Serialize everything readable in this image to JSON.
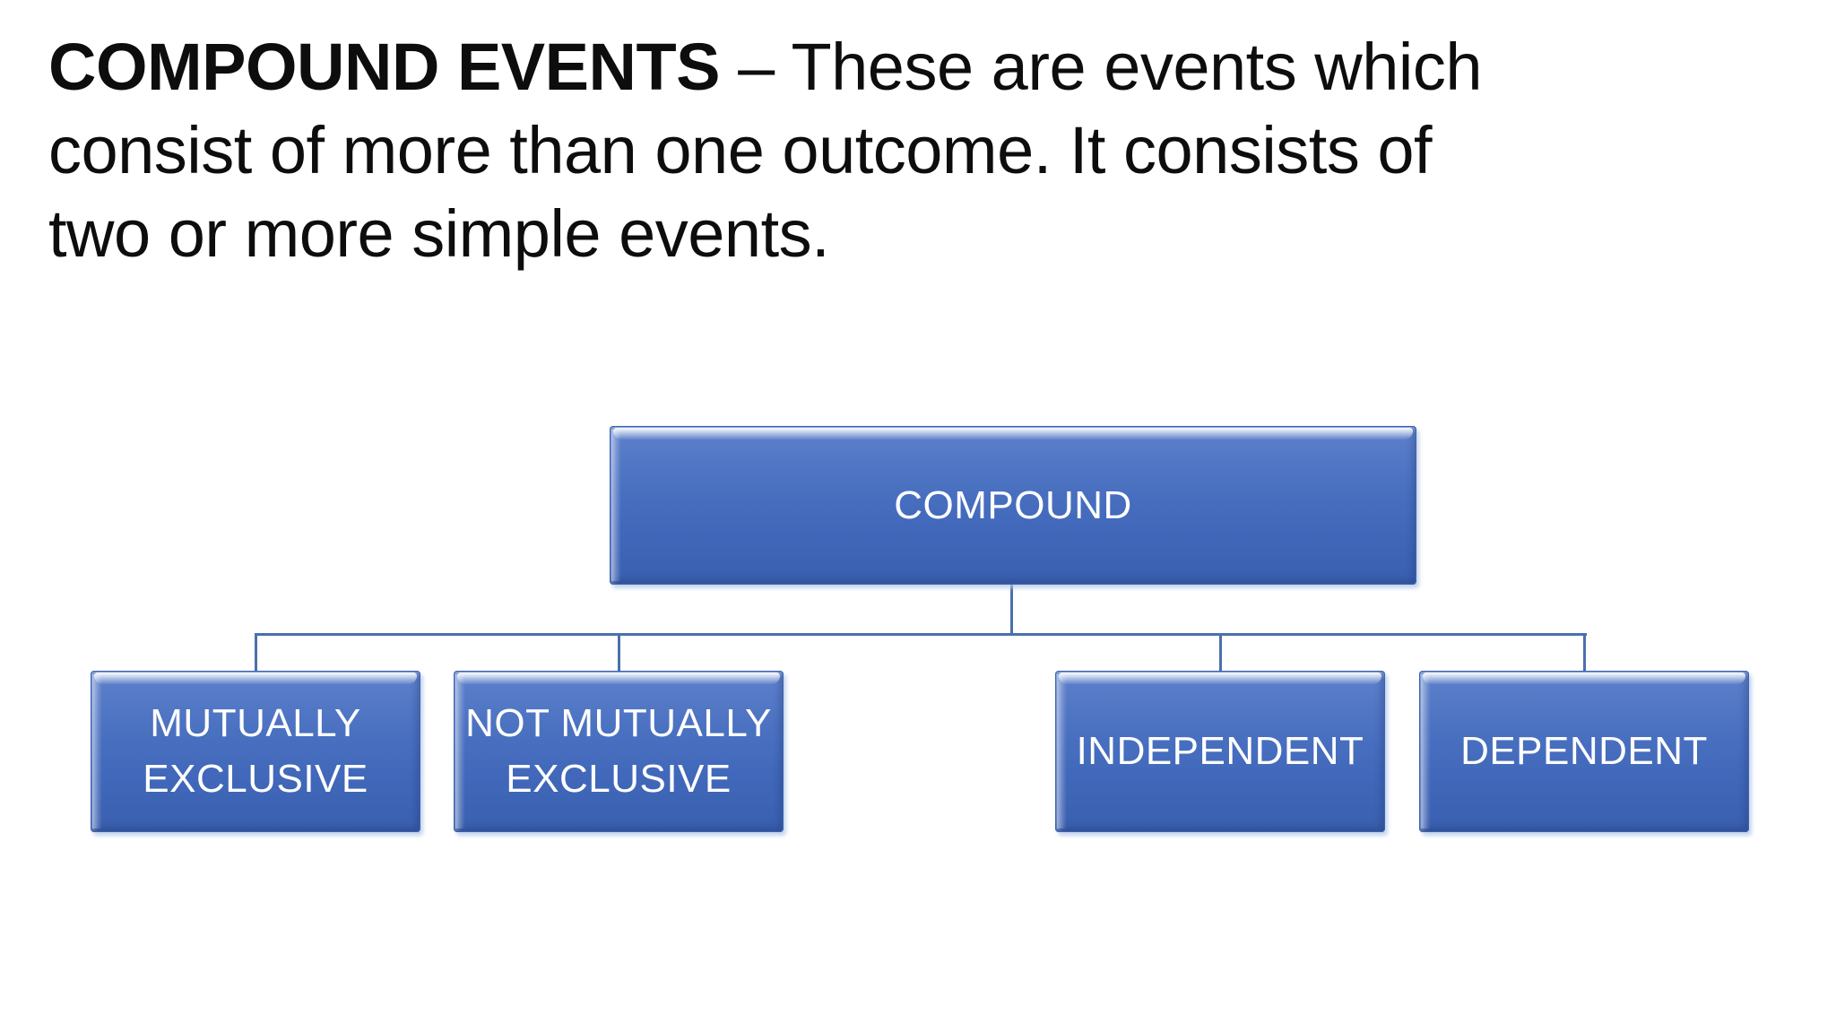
{
  "title": {
    "lines": [
      {
        "bold": "COMPOUND EVENTS",
        "regular": " – These are events which"
      },
      {
        "bold": "",
        "regular": "consist of more than one outcome. It consists of"
      },
      {
        "bold": "",
        "regular": "two or more simple events."
      }
    ],
    "full_text": "COMPOUND EVENTS – These are events which consist of more than one outcome. It consists of two or more simple events."
  },
  "diagram": {
    "type": "hierarchy",
    "root": {
      "label": "COMPOUND"
    },
    "children": [
      {
        "lines": [
          "MUTUALLY",
          "EXCLUSIVE"
        ],
        "label": "MUTUALLY EXCLUSIVE"
      },
      {
        "lines": [
          "NOT MUTUALLY",
          "EXCLUSIVE"
        ],
        "label": "NOT MUTUALLY EXCLUSIVE"
      },
      {
        "lines": [
          "INDEPENDENT"
        ],
        "label": "INDEPENDENT"
      },
      {
        "lines": [
          "DEPENDENT"
        ],
        "label": "DEPENDENT"
      }
    ],
    "colors": {
      "box_fill_top": "#5e81cb",
      "box_fill_bottom": "#3a5fb0",
      "box_border": "#3c63b0",
      "connector_line": "#4a70ad",
      "box_text": "#ffffff",
      "title_text": "#0d0d0d",
      "background": "#ffffff"
    }
  }
}
